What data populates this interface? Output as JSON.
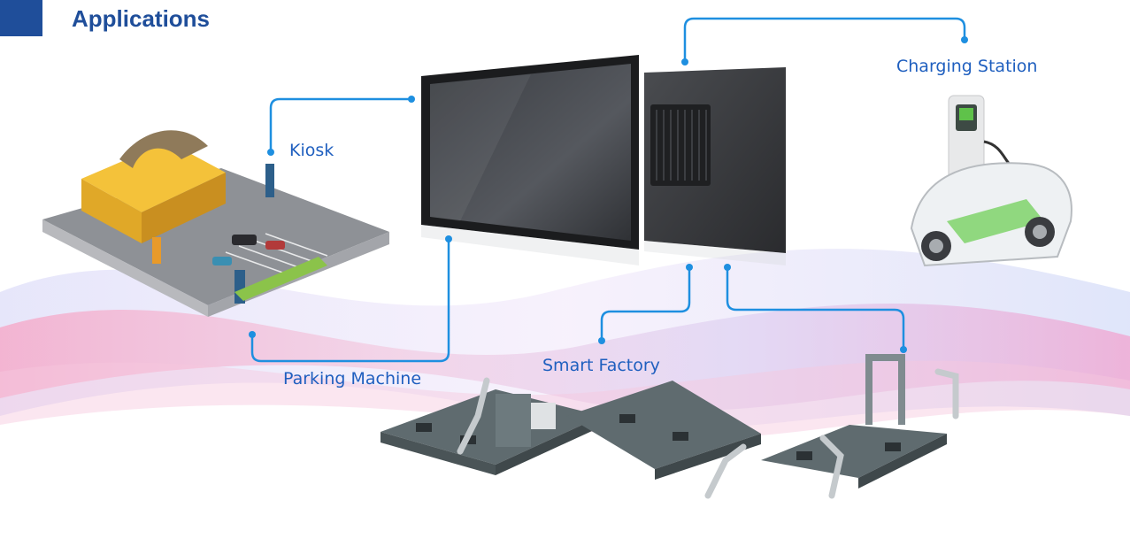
{
  "page": {
    "title": "Applications"
  },
  "labels": {
    "kiosk": "Kiosk",
    "parking_machine": "Parking Machine",
    "smart_factory": "Smart Factory",
    "charging_station": "Charging Station"
  },
  "colors": {
    "title": "#1f4e9a",
    "accent_block": "#1f4e9a",
    "connector": "#1e8fe0",
    "label": "#1f5fbf"
  }
}
